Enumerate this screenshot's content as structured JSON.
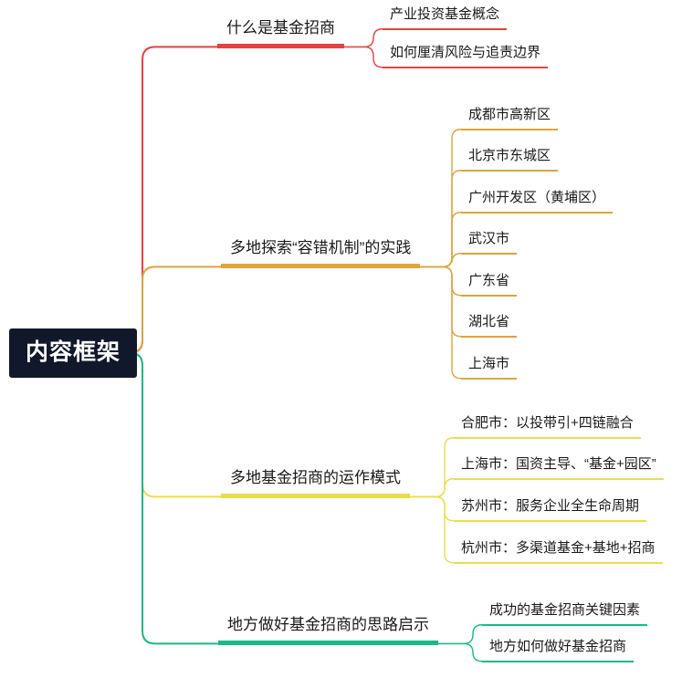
{
  "diagram": {
    "type": "mindmap",
    "root": {
      "label": "内容框架",
      "bg": "#12182b",
      "color": "#ffffff"
    },
    "branches": [
      {
        "label": "什么是基金招商",
        "color": "#e8413f",
        "children": [
          {
            "label": "产业投资基金概念"
          },
          {
            "label": "如何厘清风险与追责边界"
          }
        ]
      },
      {
        "label": "多地探索“容错机制”的实践",
        "color": "#e0a33c",
        "children": [
          {
            "label": "成都市高新区"
          },
          {
            "label": "北京市东城区"
          },
          {
            "label": "广州开发区（黄埔区）"
          },
          {
            "label": "武汉市"
          },
          {
            "label": "广东省"
          },
          {
            "label": "湖北省"
          },
          {
            "label": "上海市"
          }
        ]
      },
      {
        "label": "多地基金招商的运作模式",
        "color": "#eddc4a",
        "children": [
          {
            "label": "合肥市：以投带引+四链融合"
          },
          {
            "label": "上海市：国资主导、“基金+园区”"
          },
          {
            "label": "苏州市：服务企业全生命周期"
          },
          {
            "label": "杭州市：多渠道基金+基地+招商"
          }
        ]
      },
      {
        "label": "地方做好基金招商的思路启示",
        "color": "#1bb98a",
        "children": [
          {
            "label": "成功的基金招商关键因素"
          },
          {
            "label": "地方如何做好基金招商"
          }
        ]
      }
    ]
  }
}
